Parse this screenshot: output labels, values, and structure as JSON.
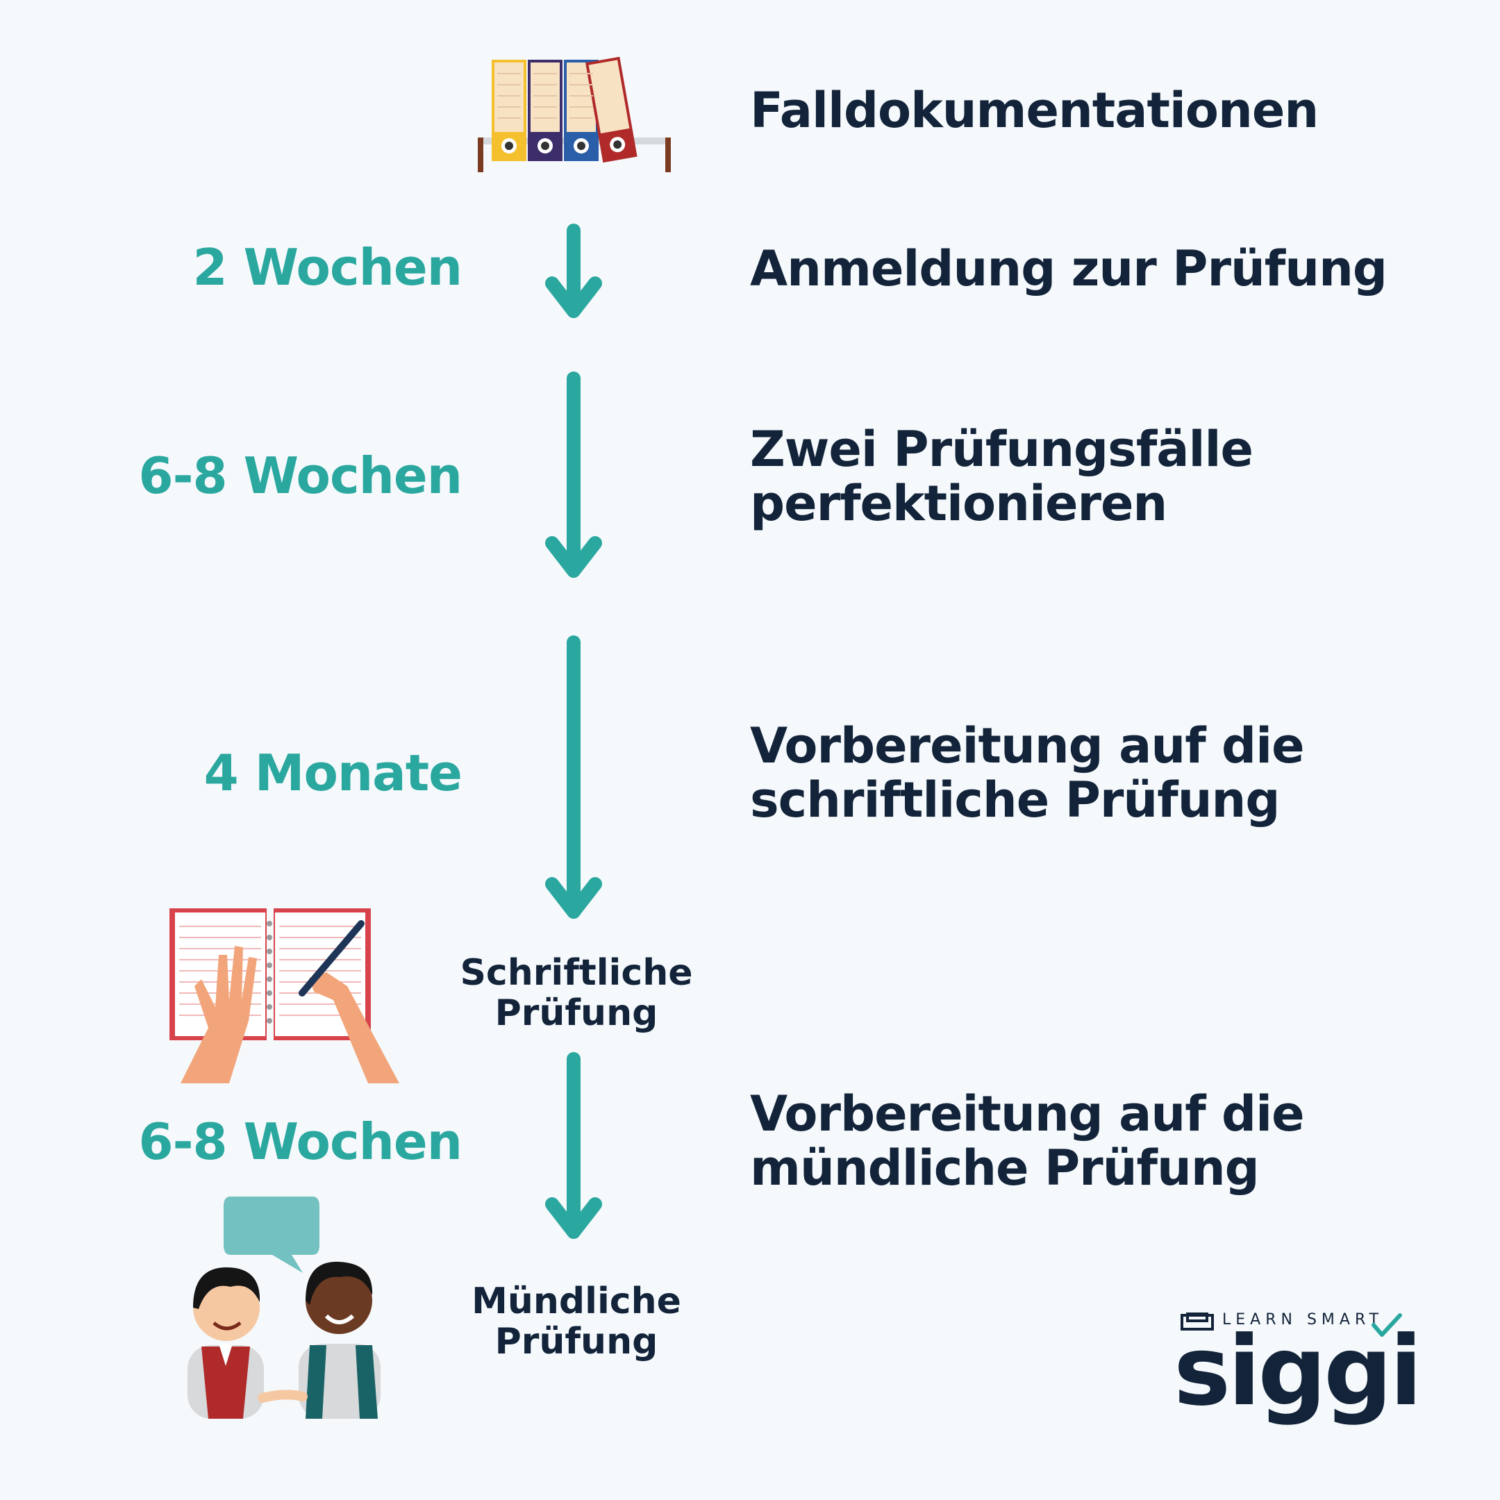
{
  "steps": {
    "s1": "Falldokumentationen",
    "s2": "Anmeldung zur Prüfung",
    "s3_l1": "Zwei Prüfungsfälle",
    "s3_l2": "perfektionieren",
    "s4_l1": "Vorbereitung auf die",
    "s4_l2": "schriftliche Prüfung",
    "s5_l1": "Vorbereitung auf die",
    "s5_l2": "mündliche Prüfung"
  },
  "durations": {
    "d1": "2 Wochen",
    "d2": "6-8 Wochen",
    "d3": "4 Monate",
    "d4": "6-8 Wochen"
  },
  "milestones": {
    "written_l1": "Schriftliche",
    "written_l2": "Prüfung",
    "oral_l1": "Mündliche",
    "oral_l2": "Prüfung"
  },
  "logo": {
    "tagline": "LEARN SMART",
    "word": "siggi"
  },
  "colors": {
    "accent": "#2aa79f",
    "text": "#13243a",
    "background": "#f5f9fc"
  },
  "icons": [
    "binders-icon",
    "notebook-writing-icon",
    "conversation-people-icon",
    "down-arrow-icon",
    "checkmark-icon",
    "box-icon"
  ]
}
